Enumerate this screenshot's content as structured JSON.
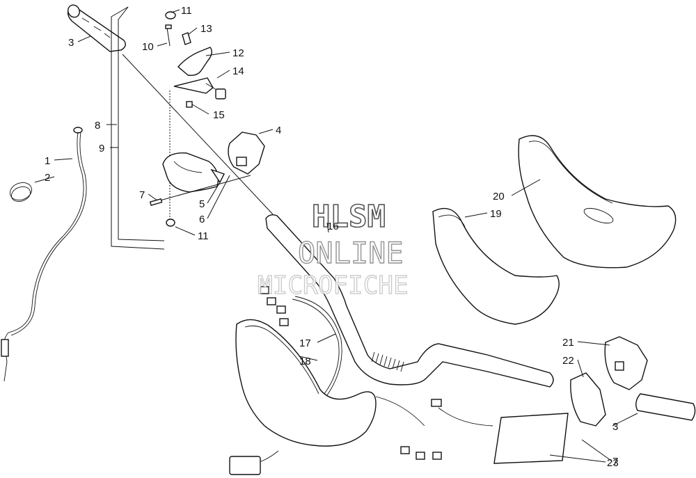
{
  "watermark": {
    "line1": "HLSM",
    "line2": "ONLINE",
    "line3": "MICROFICHE"
  },
  "callouts": [
    {
      "id": "c1",
      "text": "1"
    },
    {
      "id": "c2",
      "text": "2"
    },
    {
      "id": "c3a",
      "text": "3"
    },
    {
      "id": "c3b",
      "text": "3"
    },
    {
      "id": "c4",
      "text": "4"
    },
    {
      "id": "c5",
      "text": "5"
    },
    {
      "id": "c6",
      "text": "6"
    },
    {
      "id": "c7a",
      "text": "7"
    },
    {
      "id": "c7b",
      "text": "7"
    },
    {
      "id": "c8",
      "text": "8"
    },
    {
      "id": "c9",
      "text": "9"
    },
    {
      "id": "c10",
      "text": "10"
    },
    {
      "id": "c11a",
      "text": "11"
    },
    {
      "id": "c11b",
      "text": "11"
    },
    {
      "id": "c12",
      "text": "12"
    },
    {
      "id": "c13",
      "text": "13"
    },
    {
      "id": "c14",
      "text": "14"
    },
    {
      "id": "c15",
      "text": "15"
    },
    {
      "id": "c16",
      "text": "16"
    },
    {
      "id": "c17",
      "text": "17"
    },
    {
      "id": "c18",
      "text": "18"
    },
    {
      "id": "c19",
      "text": "19"
    },
    {
      "id": "c20",
      "text": "20"
    },
    {
      "id": "c21",
      "text": "21"
    },
    {
      "id": "c22",
      "text": "22"
    },
    {
      "id": "c23",
      "text": "23"
    }
  ]
}
